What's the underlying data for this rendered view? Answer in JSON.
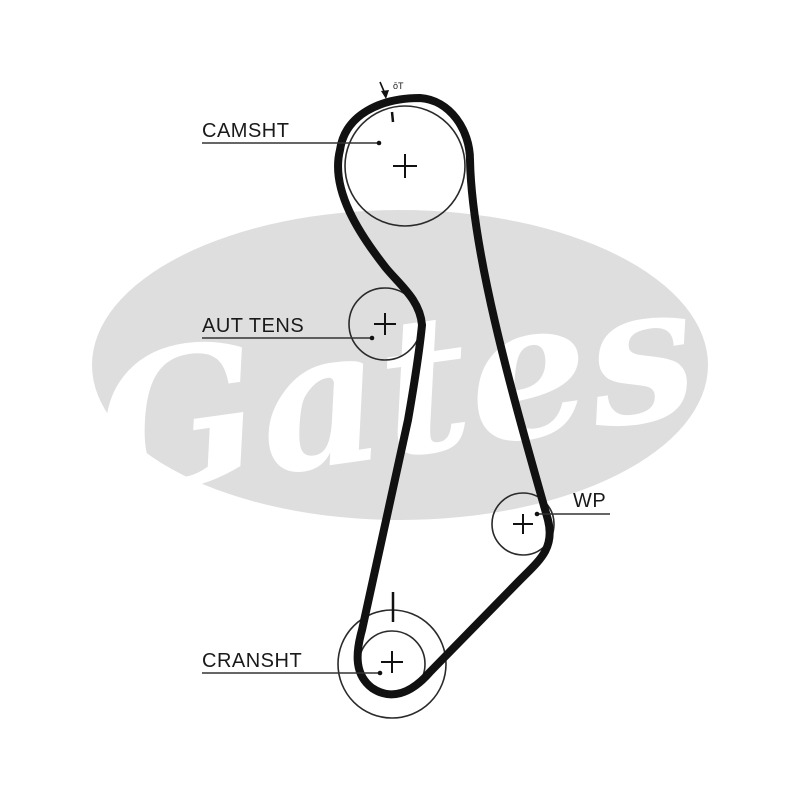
{
  "watermark": {
    "brand_text": "Gates",
    "color": "#dedede"
  },
  "colors": {
    "belt": "#111111",
    "pulley_line": "#2a2a2a",
    "leader": "#333333"
  },
  "labels": {
    "camshaft": "CAMSHT",
    "tensioner": "AUT TENS",
    "water_pump": "WP",
    "crankshaft": "CRANSHT",
    "timing_mark": "ōT"
  }
}
